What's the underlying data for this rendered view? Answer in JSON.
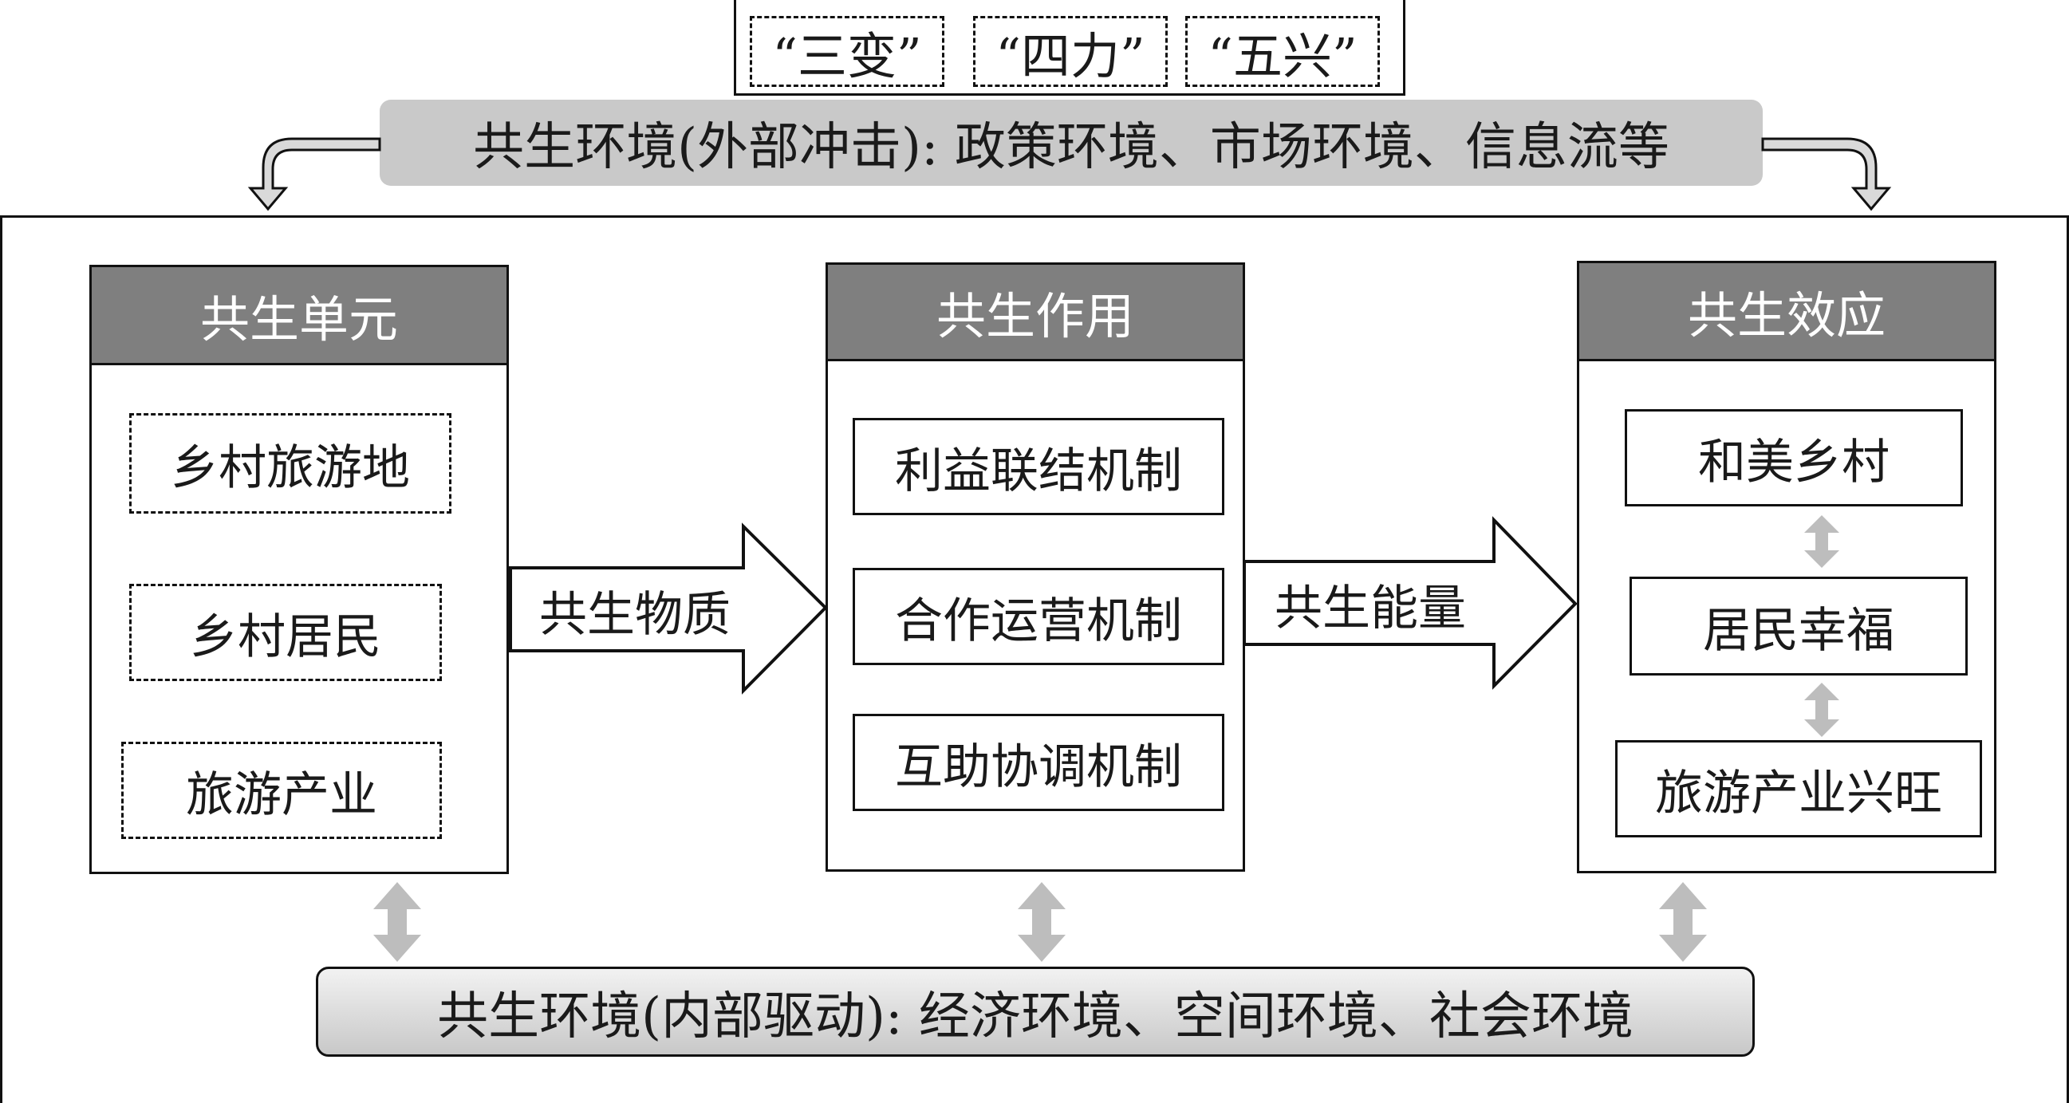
{
  "top": {
    "chips": [
      "“三变”",
      "“四力”",
      "“五兴”"
    ],
    "external_environment": "共生环境(外部冲击): 政策环境、市场环境、信息流等"
  },
  "columns": {
    "units": {
      "title": "共生单元",
      "items": [
        "乡村旅游地",
        "乡村居民",
        "旅游产业"
      ]
    },
    "interaction": {
      "title": "共生作用",
      "items": [
        "利益联结机制",
        "合作运营机制",
        "互助协调机制"
      ]
    },
    "effects": {
      "title": "共生效应",
      "items": [
        "和美乡村",
        "居民幸福",
        "旅游产业兴旺"
      ]
    }
  },
  "flows": {
    "matter": "共生物质",
    "energy": "共生能量"
  },
  "bottom": {
    "internal_environment": "共生环境(内部驱动): 经济环境、空间环境、社会环境"
  },
  "colors": {
    "header_fill": "#7f7f7f",
    "bar_fill": "#c9c9c9",
    "connector_fill": "#bdbdbd"
  }
}
